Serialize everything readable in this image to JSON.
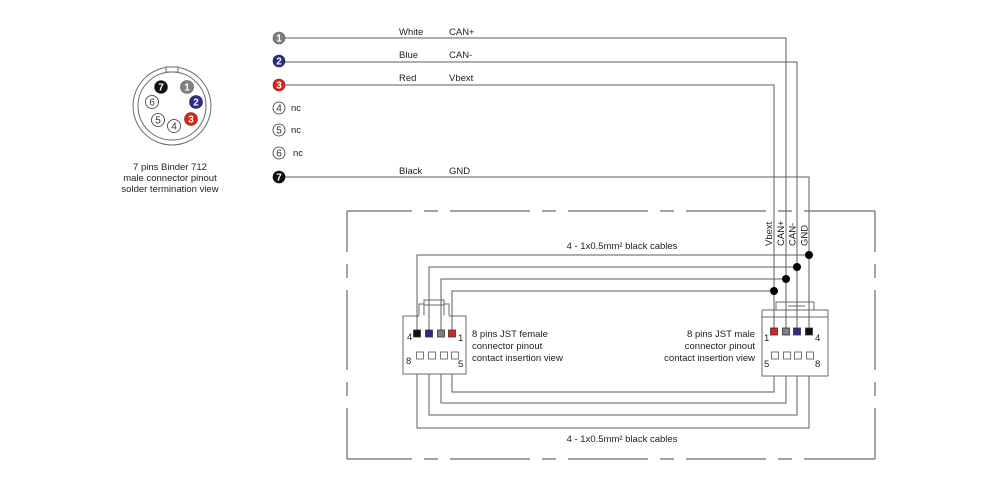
{
  "binder_connector": {
    "caption": {
      "line1": "7 pins Binder 712",
      "line2": "male connector pinout",
      "line3": "solder termination view"
    },
    "pins": [
      {
        "label": "1",
        "fill": "#808080"
      },
      {
        "label": "2",
        "fill": "#2e2a8c"
      },
      {
        "label": "3",
        "fill": "#d8261c"
      },
      {
        "label": "4",
        "fill": "#ffffff"
      },
      {
        "label": "5",
        "fill": "#ffffff"
      },
      {
        "label": "6",
        "fill": "#ffffff"
      },
      {
        "label": "7",
        "fill": "#111111"
      }
    ]
  },
  "pin_list": [
    {
      "pin": "1",
      "wire_color": "White",
      "signal": "CAN+",
      "fill": "#808080"
    },
    {
      "pin": "2",
      "wire_color": "Blue",
      "signal": "CAN-",
      "fill": "#2e2a8c"
    },
    {
      "pin": "3",
      "wire_color": "Red",
      "signal": "Vbext",
      "fill": "#d8261c"
    },
    {
      "pin": "4",
      "note": "nc",
      "fill": "#ffffff"
    },
    {
      "pin": "5",
      "note": "nc",
      "fill": "#ffffff"
    },
    {
      "pin": "6",
      "note": "nc",
      "fill": "#ffffff"
    },
    {
      "pin": "7",
      "wire_color": "Black",
      "signal": "GND",
      "fill": "#111111"
    }
  ],
  "bus_labels": {
    "vbext": "Vbext",
    "can_plus": "CAN+",
    "can_minus": "CAN-",
    "gnd": "GND"
  },
  "cable_labels": {
    "top": "4 - 1x0.5mm² black cables",
    "bottom": "4 - 1x0.5mm² black cables"
  },
  "jst_female": {
    "caption": {
      "line1": "8 pins JST female",
      "line2": "connector pinout",
      "line3": "contact insertion view"
    },
    "pin_numbers": {
      "top_left": "4",
      "top_right": "1",
      "bottom_left": "8",
      "bottom_right": "5"
    },
    "top_pins": [
      {
        "signal": "GND",
        "fill": "#111111"
      },
      {
        "signal": "CAN-",
        "fill": "#2e2a8c"
      },
      {
        "signal": "CAN+",
        "fill": "#808080"
      },
      {
        "signal": "Vbext",
        "fill": "#d8261c"
      }
    ]
  },
  "jst_male": {
    "caption": {
      "line1": "8 pins JST male",
      "line2": "connector pinout",
      "line3": "contact insertion view"
    },
    "pin_numbers": {
      "top_left": "1",
      "top_right": "4",
      "bottom_left": "5",
      "bottom_right": "8"
    },
    "top_pins": [
      {
        "signal": "Vbext",
        "fill": "#d8261c"
      },
      {
        "signal": "CAN+",
        "fill": "#808080"
      },
      {
        "signal": "CAN-",
        "fill": "#2e2a8c"
      },
      {
        "signal": "GND",
        "fill": "#111111"
      }
    ]
  }
}
